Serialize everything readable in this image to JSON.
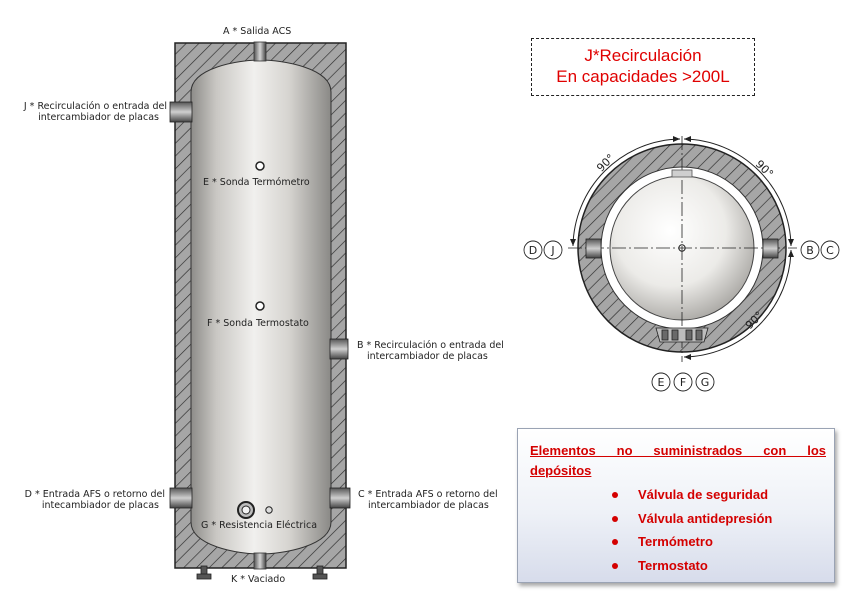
{
  "labels": {
    "a": "A * Salida ACS",
    "j_line1": "J * Recirculación o entrada del",
    "j_line2": "intercambiador de placas",
    "e": "E * Sonda Termómetro",
    "f": "F * Sonda Termostato",
    "b_line1": "B * Recirculación o entrada del",
    "b_line2": "intercambiador de placas",
    "d_line1": "D * Entrada AFS o retorno del",
    "d_line2": "intecambiador de placas",
    "c_line1": "C * Entrada AFS o retorno del",
    "c_line2": "intercambiador de placas",
    "g": "G * Resistencia Eléctrica",
    "k": "K * Vaciado"
  },
  "note": {
    "line1": "J*Recirculación",
    "line2": "En capacidades >200L"
  },
  "plan_view": {
    "angle_top_left": "90°",
    "angle_top_right": "90°",
    "angle_bottom_right": "90°",
    "left_letters": [
      "D",
      "J"
    ],
    "right_letters": [
      "B",
      "C"
    ],
    "bottom_letters": [
      "E",
      "F",
      "G"
    ]
  },
  "panel": {
    "title_line1": "Elementos no suministrados con los",
    "title_line2": "depósitos",
    "items": [
      "Válvula de seguridad",
      "Válvula antidepresión",
      "Termómetro",
      "Termostato"
    ]
  },
  "colors": {
    "accent_red": "#d40000",
    "note_red": "#e00000",
    "hatch_fill": "#9c9c9c",
    "tank_metal": "#d8d6d2"
  }
}
